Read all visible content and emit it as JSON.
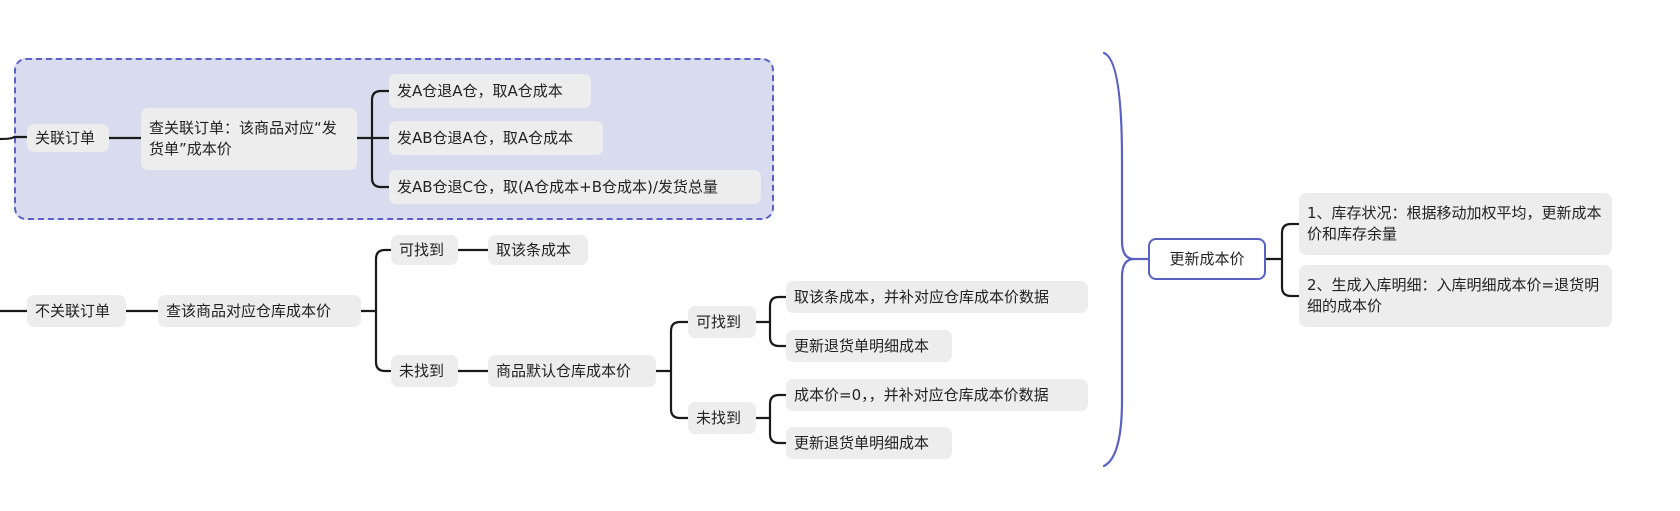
{
  "colors": {
    "accent": "#5a61c2",
    "group_fill": "#d9dcee",
    "node_fill": "#ededed",
    "line": "#1a1a1a"
  },
  "nodes": {
    "assoc": "关联订单",
    "assoc_query": "查关联订单：该商品对应“发货单”成本价",
    "case_a_a": "发A仓退A仓，取A仓成本",
    "case_ab_a": "发AB仓退A仓，取A仓成本",
    "case_ab_c": "发AB仓退C仓，取(A仓成本+B仓成本)/发货总量",
    "no_assoc": "不关联订单",
    "no_assoc_query": "查该商品对应仓库成本价",
    "found_1": "可找到",
    "take_cost_1": "取该条成本",
    "not_found_1": "未找到",
    "default_wh_cost": "商品默认仓库成本价",
    "found_2": "可找到",
    "take_cost_2": "取该条成本，并补对应仓库成本价数据",
    "update_return_1": "更新退货单明细成本",
    "not_found_2": "未找到",
    "cost_zero": "成本价=0，，并补对应仓库成本价数据",
    "update_return_2": "更新退货单明细成本",
    "update_cost": "更新成本价",
    "stock_status": "1、库存状况：根据移动加权平均，更新成本价和库存余量",
    "inbound_detail": "2、生成入库明细：入库明细成本价=退货明细的成本价"
  }
}
